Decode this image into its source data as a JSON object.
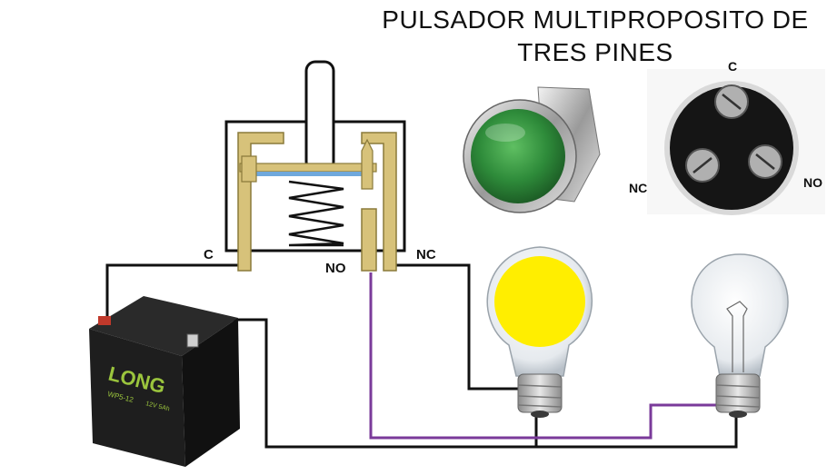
{
  "title": {
    "line1": "PULSADOR MULTIPROPOSITO DE",
    "line2": "TRES PINES"
  },
  "switch_diagram": {
    "label_common": "C",
    "label_no": "NO",
    "label_nc": "NC"
  },
  "photo_terminals": {
    "label_common": "C",
    "label_nc": "NC",
    "label_no": "NO"
  },
  "battery": {
    "brand": "LONG",
    "model": "WP5-12",
    "rating": "12V 5Ah"
  },
  "lamps": {
    "left_state": "on",
    "right_state": "off"
  },
  "colors": {
    "wire_main": "#111111",
    "wire_no": "#7a3a9a",
    "contact_gold": "#d7c27a",
    "lamp_on": "#ffee00",
    "button_green": "#2e8b3a"
  }
}
